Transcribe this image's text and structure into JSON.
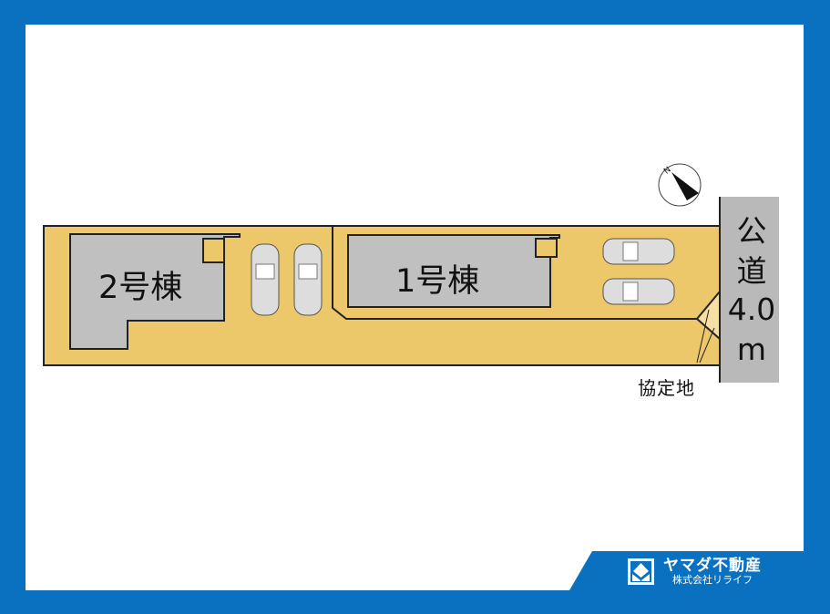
{
  "buildings": [
    {
      "id": "2",
      "label": "2号棟"
    },
    {
      "id": "1",
      "label": "1号棟"
    }
  ],
  "road": {
    "label_chars": [
      "公",
      "道",
      "4.0",
      "m"
    ],
    "label": "公道 4.0m"
  },
  "annotation": {
    "label": "協定地"
  },
  "compass": {
    "label": "N"
  },
  "logo": {
    "brand": "ヤマダ不動産",
    "company": "株式会社リライフ"
  },
  "colors": {
    "frame": "#0a71c0",
    "lot": "#ecc86a",
    "building": "#c0c0c0",
    "road": "#b9b9b9",
    "agreement_area": "#f5dfa3"
  }
}
